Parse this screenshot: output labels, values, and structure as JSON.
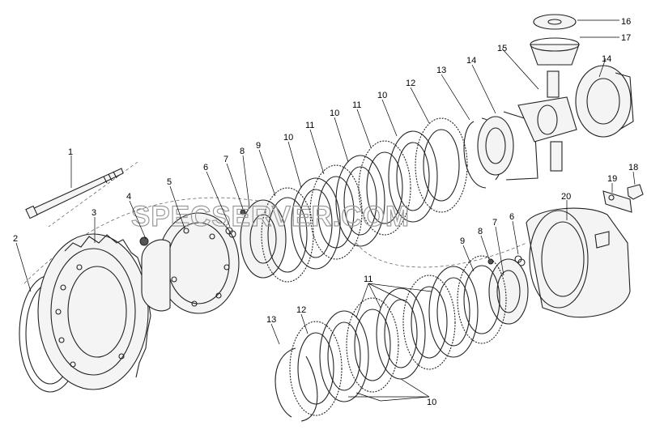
{
  "watermark": "SPECSERVER.COM",
  "callouts": {
    "c1": "1",
    "c2": "2",
    "c3": "3",
    "c4": "4",
    "c5": "5",
    "c6a": "6",
    "c7a": "7",
    "c8a": "8",
    "c9a": "9",
    "c10a": "10",
    "c11a": "11",
    "c10b": "10",
    "c11b": "11",
    "c10c": "10",
    "c12a": "12",
    "c13a": "13",
    "c14a": "14",
    "c15": "15",
    "c16": "16",
    "c17": "17",
    "c14b": "14",
    "c18": "18",
    "c19": "19",
    "c20": "20",
    "c6b": "6",
    "c7b": "7",
    "c8b": "8",
    "c9b": "9",
    "c11c": "11",
    "c10d": "10",
    "c12b": "12",
    "c13b": "13"
  }
}
